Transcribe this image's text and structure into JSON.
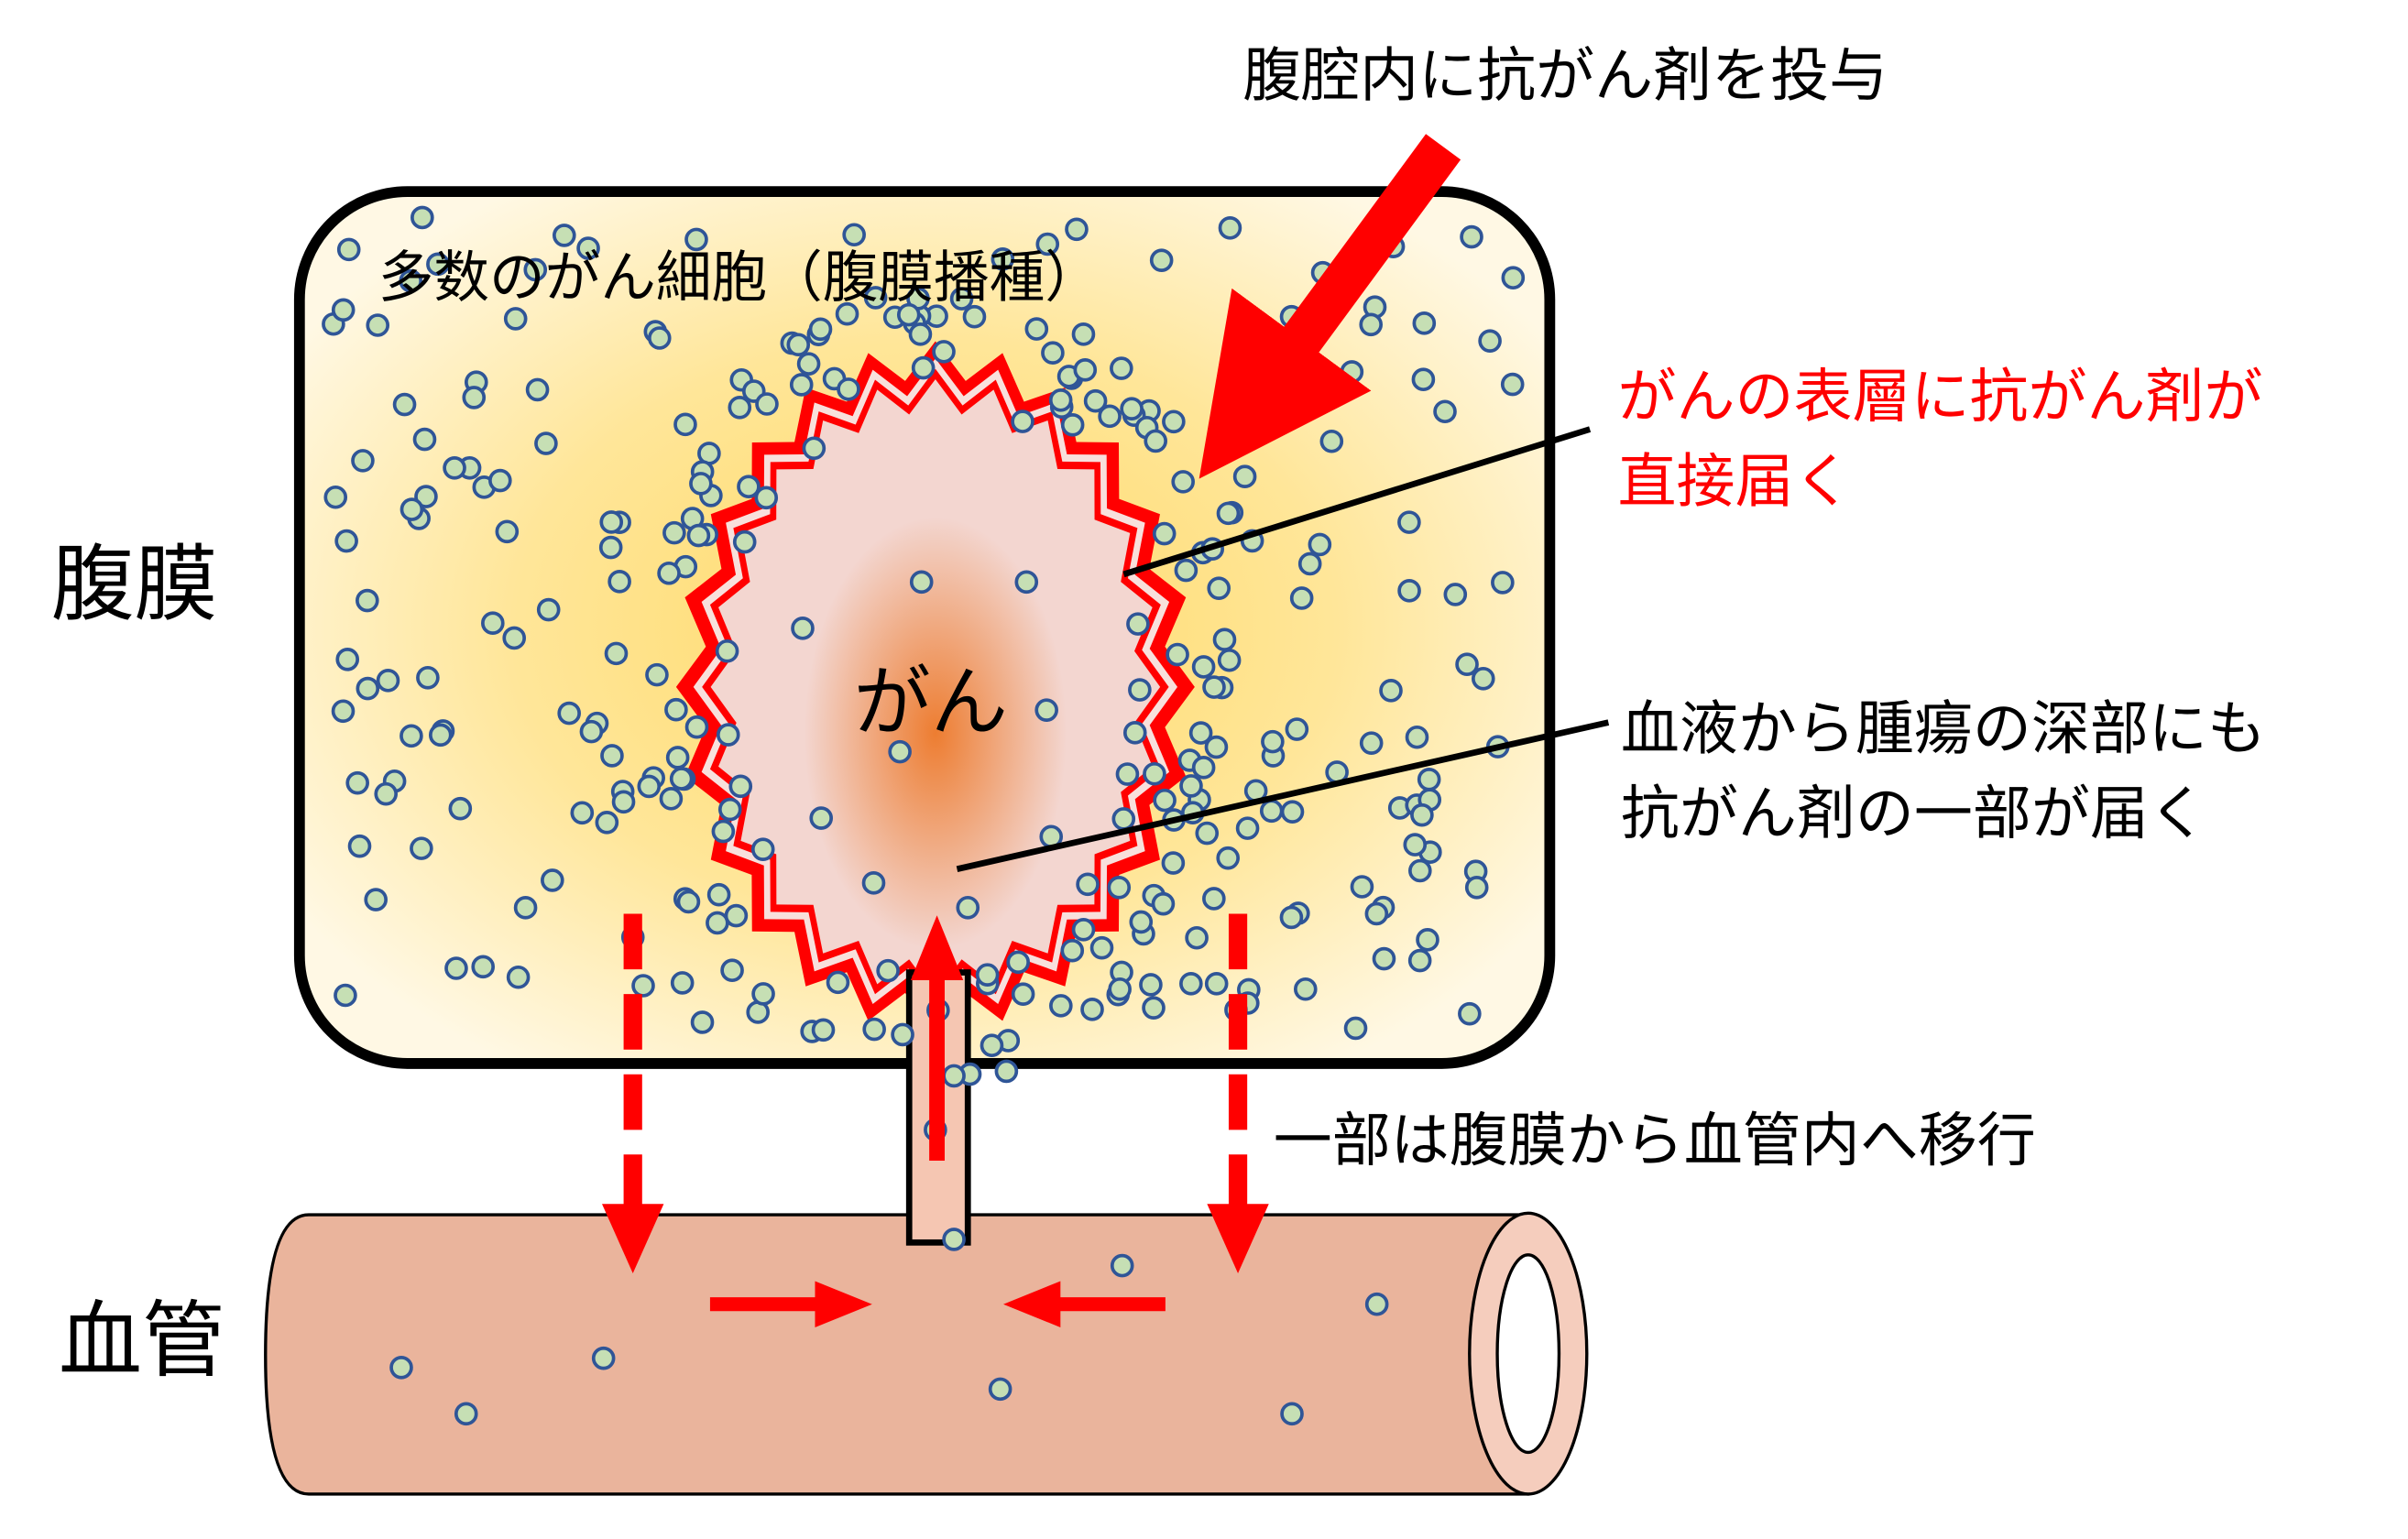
{
  "labels": {
    "administration": "腹腔内に抗がん剤を投与",
    "peritoneal_dissemination": "多数のがん細胞（腹膜播種）",
    "peritoneum": "腹膜",
    "blood_vessel": "血管",
    "tumor": "がん",
    "surface_line1": "がんの表層に抗がん剤が",
    "surface_line2": "直接届く",
    "deep_line1": "血液から腫瘍の深部にも",
    "deep_line2": "抗がん剤の一部が届く",
    "transfer": "一部は腹膜から血管内へ移行"
  },
  "colors": {
    "arrow": "#ff0000",
    "highlight_text": "#ff0000",
    "cell_fill": "#c6dfb4",
    "cell_stroke": "#2f5597",
    "vessel": "#eab49c",
    "peritoneum_center": "#ffd966",
    "peritoneum_edge": "#fff8e4",
    "tumor_core": "#ed7d31",
    "tumor_outer": "#f3d6d0"
  }
}
